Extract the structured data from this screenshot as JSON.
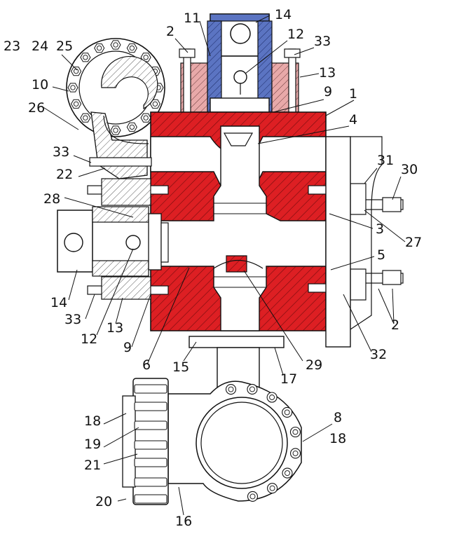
{
  "colors": {
    "body_fill": "#dd1f23",
    "bonnet_fill": "#e8a9a9",
    "seat_fill": "#5b74c2",
    "metal_fill": "#ffffff",
    "outline": "#111111"
  },
  "part_labels": [
    {
      "id": "l14t",
      "text": "14"
    },
    {
      "id": "l11",
      "text": "11"
    },
    {
      "id": "l2t",
      "text": "2"
    },
    {
      "id": "l12t",
      "text": "12"
    },
    {
      "id": "l33t",
      "text": "33"
    },
    {
      "id": "l23",
      "text": "23"
    },
    {
      "id": "l24",
      "text": "24"
    },
    {
      "id": "l25",
      "text": "25"
    },
    {
      "id": "l13t",
      "text": "13"
    },
    {
      "id": "l10",
      "text": "10"
    },
    {
      "id": "l9t",
      "text": "9"
    },
    {
      "id": "l1",
      "text": "1"
    },
    {
      "id": "l26",
      "text": "26"
    },
    {
      "id": "l4",
      "text": "4"
    },
    {
      "id": "l33l",
      "text": "33"
    },
    {
      "id": "l31",
      "text": "31"
    },
    {
      "id": "l30",
      "text": "30"
    },
    {
      "id": "l22",
      "text": "22"
    },
    {
      "id": "l28",
      "text": "28"
    },
    {
      "id": "l3",
      "text": "3"
    },
    {
      "id": "l27",
      "text": "27"
    },
    {
      "id": "l5",
      "text": "5"
    },
    {
      "id": "l14l",
      "text": "14"
    },
    {
      "id": "l33b",
      "text": "33"
    },
    {
      "id": "l2r",
      "text": "2"
    },
    {
      "id": "l12b",
      "text": "12"
    },
    {
      "id": "l13b",
      "text": "13"
    },
    {
      "id": "l9b",
      "text": "9"
    },
    {
      "id": "l32",
      "text": "32"
    },
    {
      "id": "l6",
      "text": "6"
    },
    {
      "id": "l15",
      "text": "15"
    },
    {
      "id": "l29",
      "text": "29"
    },
    {
      "id": "l17",
      "text": "17"
    },
    {
      "id": "l8",
      "text": "8"
    },
    {
      "id": "l18l",
      "text": "18"
    },
    {
      "id": "l18r",
      "text": "18"
    },
    {
      "id": "l19",
      "text": "19"
    },
    {
      "id": "l21",
      "text": "21"
    },
    {
      "id": "l20",
      "text": "20"
    },
    {
      "id": "l16",
      "text": "16"
    }
  ]
}
